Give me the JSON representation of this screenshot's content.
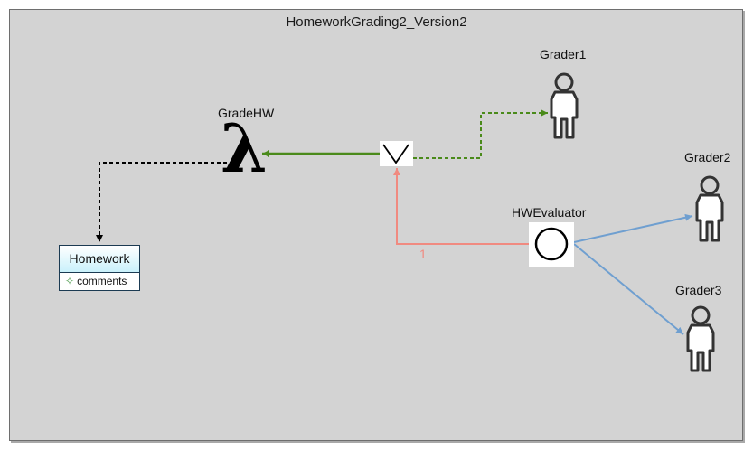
{
  "diagram": {
    "title": "HomeworkGrading2_Version2",
    "nodes": {
      "grade_hw": {
        "label": "GradeHW",
        "symbol": "λ"
      },
      "homework": {
        "label": "Homework",
        "attribute": "comments",
        "attribute_icon": "diamond-icon"
      },
      "or_gate": {
        "symbol": "∨"
      },
      "hw_evaluator": {
        "label": "HWEvaluator"
      },
      "grader1": {
        "label": "Grader1"
      },
      "grader2": {
        "label": "Grader2"
      },
      "grader3": {
        "label": "Grader3"
      }
    },
    "edges": {
      "evaluator_to_or": {
        "label": "1",
        "color": "#f08a80"
      },
      "or_to_gradehw": {
        "color": "#4a8a1a"
      },
      "or_to_grader1": {
        "color": "#4a8a1a"
      },
      "gradehw_to_homework": {
        "color": "#000000"
      },
      "evaluator_to_grader2": {
        "color": "#6f9fd0"
      },
      "evaluator_to_grader3": {
        "color": "#6f9fd0"
      }
    }
  }
}
